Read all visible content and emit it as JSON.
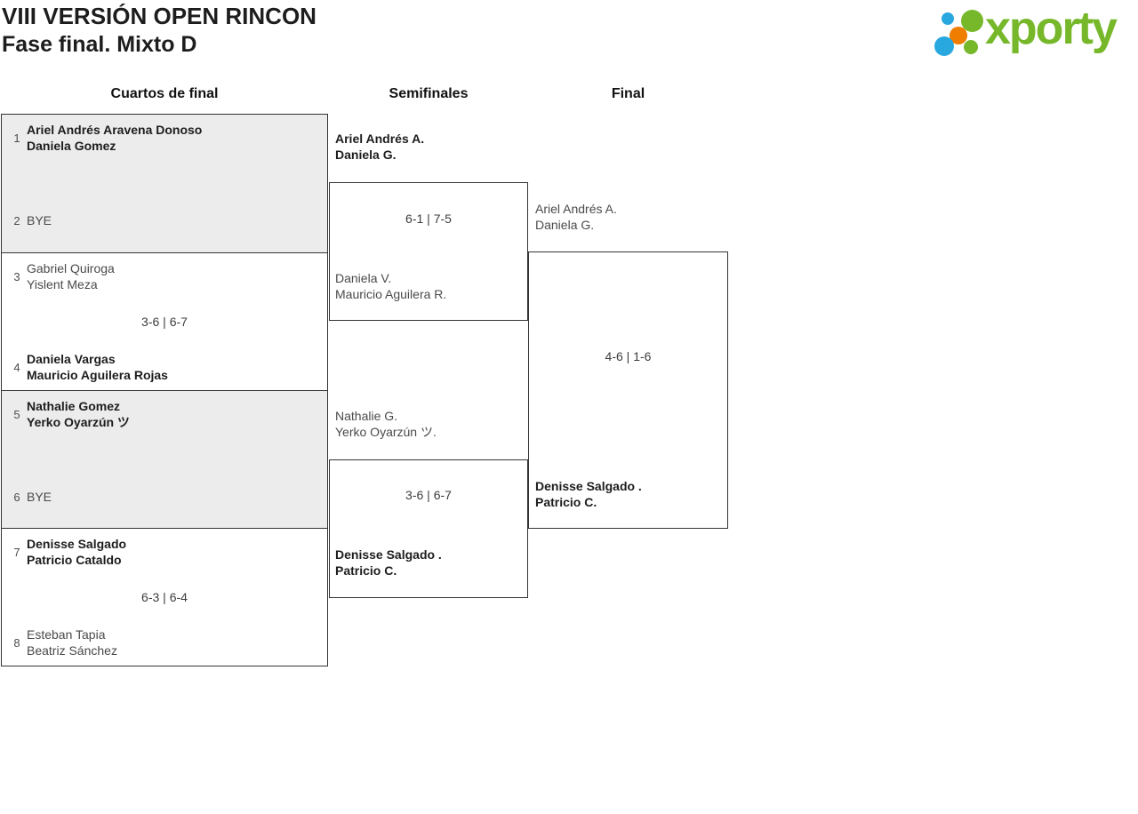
{
  "header": {
    "title_line1": "VIII VERSIÓN OPEN RINCON",
    "title_line2": "Fase final. Mixto D",
    "logo_text": "xporty",
    "logo_colors": {
      "green": "#76b82a",
      "blue": "#29a8e0",
      "orange": "#ee7d00"
    }
  },
  "columns": [
    "Cuartos de final",
    "Semifinales",
    "Final"
  ],
  "bracket": {
    "quarterfinals": [
      {
        "seed_a": "1",
        "team_a": [
          "Ariel Andrés Aravena Donoso",
          "Daniela Gomez"
        ],
        "seed_b": "2",
        "team_b": [
          "BYE"
        ],
        "score": "",
        "winner": "a"
      },
      {
        "seed_a": "3",
        "team_a": [
          "Gabriel Quiroga",
          "Yislent Meza"
        ],
        "seed_b": "4",
        "team_b": [
          "Daniela Vargas",
          "Mauricio Aguilera Rojas"
        ],
        "score": "3-6 | 6-7",
        "winner": "b"
      },
      {
        "seed_a": "5",
        "team_a": [
          "Nathalie Gomez",
          "Yerko Oyarzún ツ"
        ],
        "seed_b": "6",
        "team_b": [
          "BYE"
        ],
        "score": "",
        "winner": "a"
      },
      {
        "seed_a": "7",
        "team_a": [
          "Denisse Salgado",
          "Patricio Cataldo"
        ],
        "seed_b": "8",
        "team_b": [
          "Esteban Tapia",
          "Beatriz Sánchez"
        ],
        "score": "6-3 | 6-4",
        "winner": "a"
      }
    ],
    "semifinals": [
      {
        "team_a": [
          "Ariel Andrés A.",
          "Daniela G."
        ],
        "team_b": [
          "Daniela V.",
          "Mauricio Aguilera R."
        ],
        "score": "6-1 | 7-5",
        "winner": "a"
      },
      {
        "team_a": [
          "Nathalie G.",
          "Yerko Oyarzún ツ."
        ],
        "team_b": [
          "Denisse Salgado .",
          "Patricio C."
        ],
        "score": "3-6 | 6-7",
        "winner": "b"
      }
    ],
    "final": {
      "team_a": [
        "Ariel Andrés A.",
        "Daniela G."
      ],
      "team_b": [
        "Denisse Salgado .",
        "Patricio C."
      ],
      "score": "4-6 | 1-6",
      "winner": "b"
    }
  }
}
